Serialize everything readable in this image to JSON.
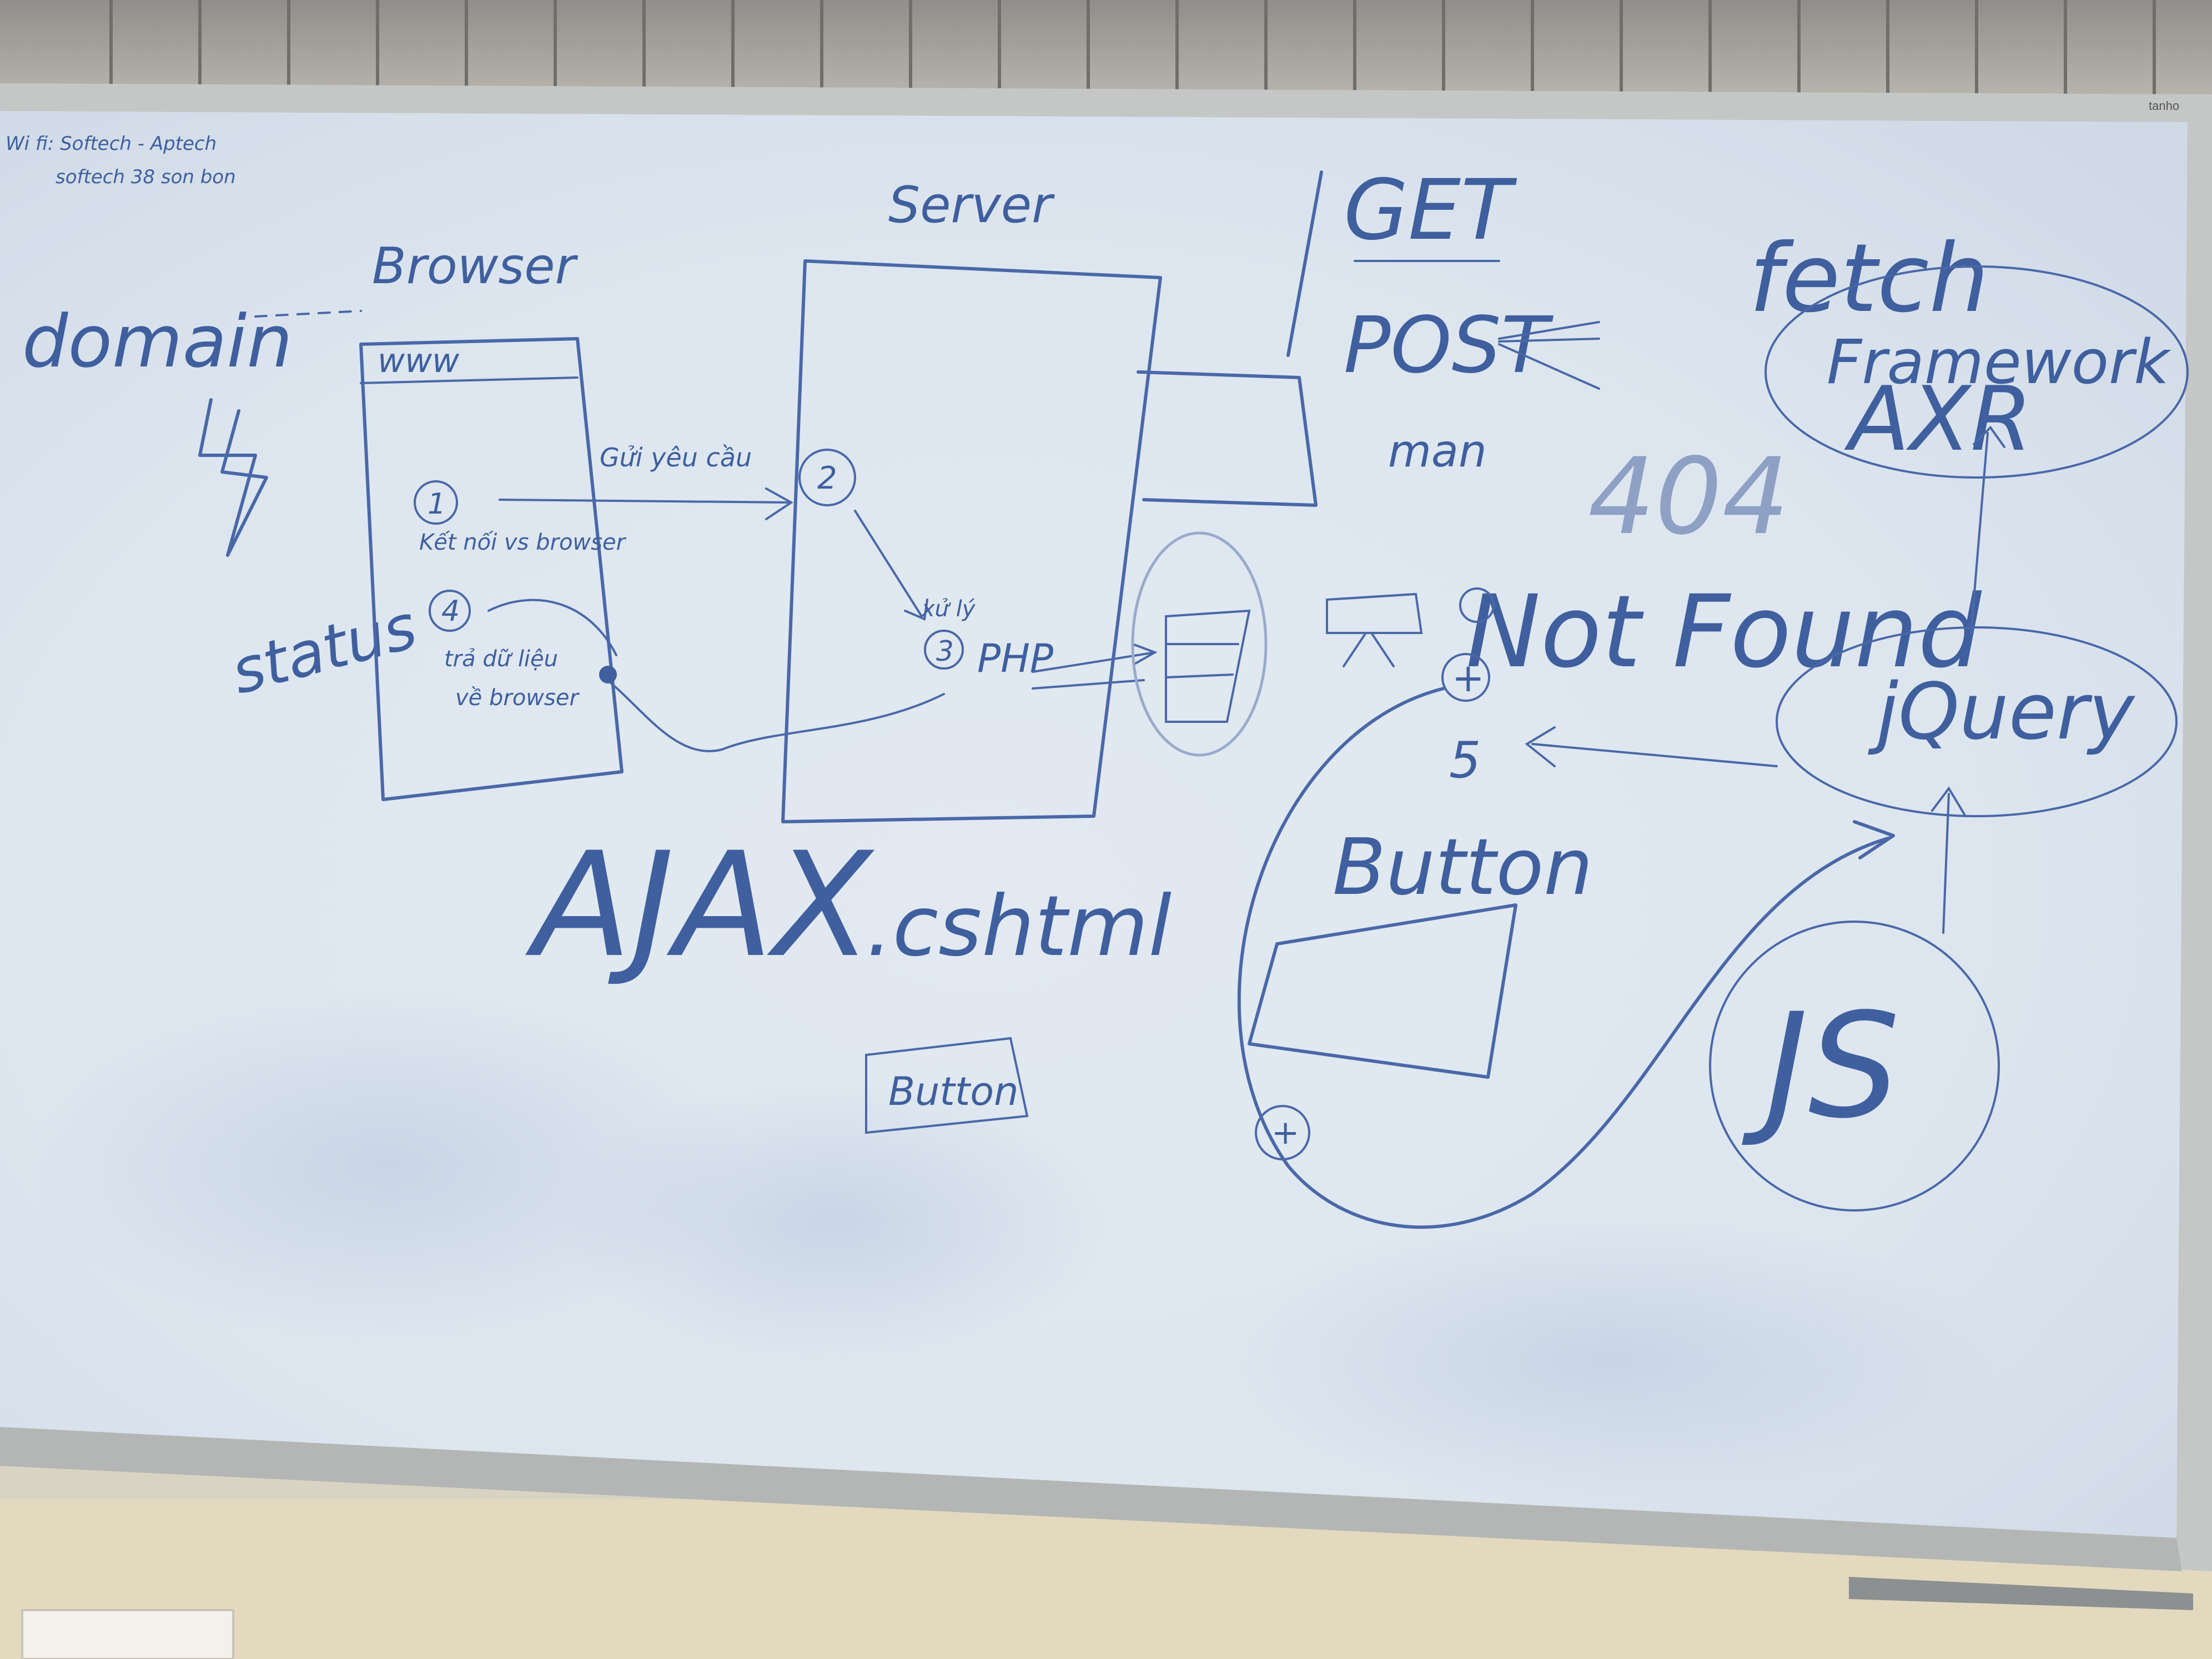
{
  "board": {
    "corner_note": {
      "line1": "Wi fi: Softech - Aptech",
      "line2": "softech 38 son bon"
    },
    "brand": "tanho"
  },
  "labels": {
    "domain": "domain",
    "browser": "Browser",
    "www": "www",
    "status": "status",
    "server": "Server",
    "get": "GET",
    "post": "POST",
    "man": "man",
    "fetch": "fetch",
    "framework": "Framework",
    "axr": "AXR",
    "code_404": "404",
    "not_found": "Not Found",
    "jquery": "jQuery",
    "js": "JS",
    "ajax": "AJAX",
    "cshtml": ".cshtml",
    "button_big": "Button",
    "button_small": "Button",
    "php": "PHP",
    "step1": "1",
    "step1_text": "Kết nối vs browser",
    "step2": "2",
    "step3": "3",
    "step3_text": "xử lý",
    "step4": "4",
    "step4_text_1": "trả dữ liệu",
    "step4_text_2": "về browser",
    "request_text": "Gửi yêu cầu",
    "step5": "5",
    "plus": "+"
  },
  "colors": {
    "ink": "#3f5f9e",
    "board": "#e6ebf0",
    "frame": "#c9cbc9",
    "wall": "#d9d3c4"
  }
}
